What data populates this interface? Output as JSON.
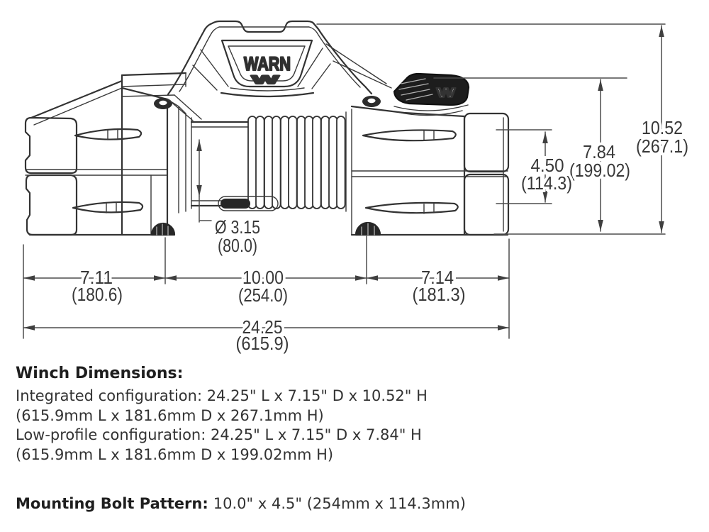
{
  "diagram": {
    "brand_logo": "WARN",
    "brand_monogram": "W",
    "clutch_monogram": "W",
    "colors": {
      "line": "#333333",
      "dimension_line": "#4d4d4d",
      "text": "#303030",
      "clutch_knob_fill": "#1d1d1d",
      "background": "#ffffff"
    },
    "dims": {
      "drum": {
        "in": "Ø 3.15",
        "mm": "(80.0)"
      },
      "bolt_v": {
        "in": "4.50",
        "mm": "(114.3)"
      },
      "low_profile": {
        "in": "7.84",
        "mm": "(199.02)"
      },
      "overall_h": {
        "in": "10.52",
        "mm": "(267.1)"
      },
      "left": {
        "in": "7.11",
        "mm": "(180.6)"
      },
      "bolt_h": {
        "in": "10.00",
        "mm": "(254.0)"
      },
      "right": {
        "in": "7.14",
        "mm": "(181.3)"
      },
      "overall_l": {
        "in": "24.25",
        "mm": "(615.9)"
      }
    }
  },
  "specs": {
    "heading": "Winch Dimensions:",
    "lines": [
      "Integrated configuration: 24.25\" L x 7.15\" D x 10.52\" H",
      "(615.9mm L x 181.6mm D x 267.1mm H)",
      "Low-profile configuration: 24.25\" L x 7.15\" D x 7.84\" H",
      "(615.9mm L x 181.6mm D x 199.02mm H)"
    ],
    "mounting": {
      "label": "Mounting Bolt Pattern:",
      "value": "10.0\" x 4.5\" (254mm x 114.3mm)"
    }
  }
}
